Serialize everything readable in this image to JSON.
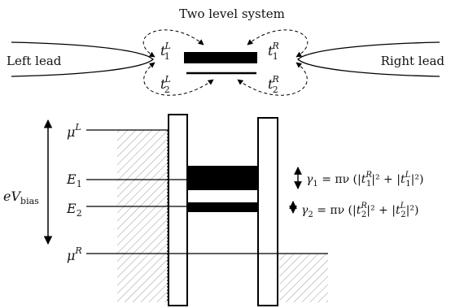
{
  "title": "Two level system",
  "leads": {
    "left": "Left lead",
    "right": "Right lead"
  },
  "couplings": {
    "t1L": {
      "base": "t",
      "sub": "1",
      "sup": "L"
    },
    "t1R": {
      "base": "t",
      "sub": "1",
      "sup": "R"
    },
    "t2L": {
      "base": "t",
      "sub": "2",
      "sup": "L"
    },
    "t2R": {
      "base": "t",
      "sub": "2",
      "sup": "R"
    }
  },
  "potentials": {
    "muL": {
      "base": "μ",
      "sup": "L"
    },
    "muR": {
      "base": "μ",
      "sup": "R"
    }
  },
  "levels": {
    "E1": {
      "base": "E",
      "sub": "1"
    },
    "E2": {
      "base": "E",
      "sub": "2"
    }
  },
  "bias": {
    "base": "eV",
    "sub": "bias"
  },
  "widths": {
    "gamma1": {
      "lhs": "γ",
      "lhs_sub": "1",
      "rhs_prefix": " = πν ",
      "t_R_sub": "1",
      "t_L_sub": "1"
    },
    "gamma2": {
      "lhs": "γ",
      "lhs_sub": "2",
      "rhs_prefix": " = πν ",
      "t_R_sub": "2",
      "t_L_sub": "2"
    }
  }
}
